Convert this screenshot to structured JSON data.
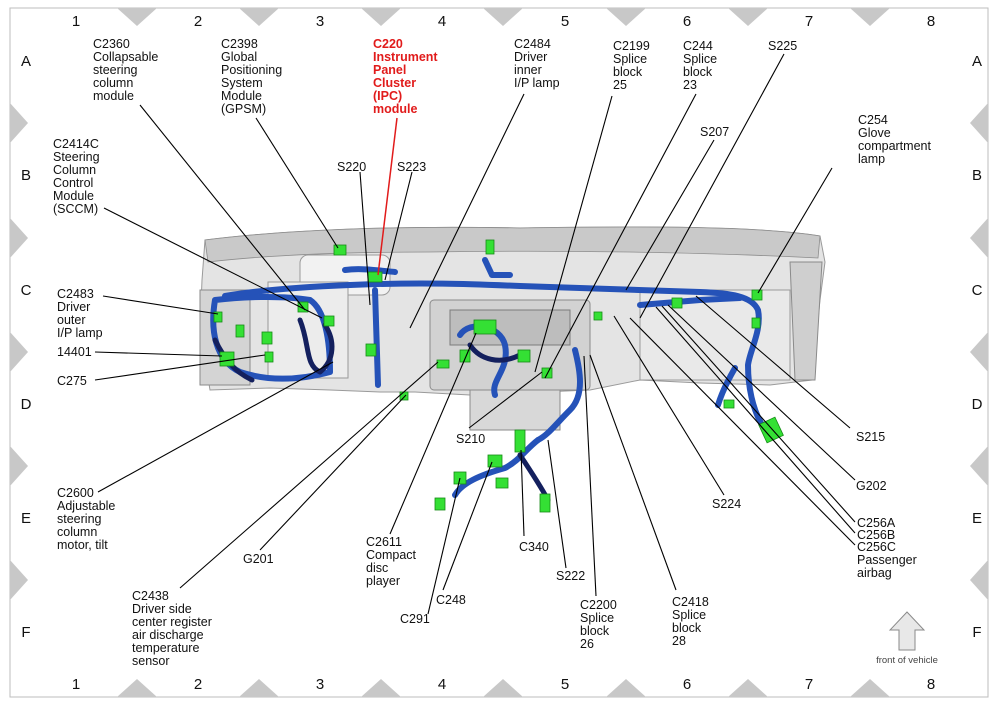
{
  "grid": {
    "columns": [
      "1",
      "2",
      "3",
      "4",
      "5",
      "6",
      "7",
      "8"
    ],
    "rows": [
      "A",
      "B",
      "C",
      "D",
      "E",
      "F"
    ]
  },
  "labels": {
    "c2360": [
      "C2360",
      "Collapsable",
      "steering",
      "column",
      "module"
    ],
    "c2398": [
      "C2398",
      "Global",
      "Positioning",
      "System",
      "Module",
      "(GPSM)"
    ],
    "c220": [
      "C220",
      "Instrument",
      "Panel",
      "Cluster",
      "(IPC)",
      "module"
    ],
    "c2484": [
      "C2484",
      "Driver",
      "inner",
      "I/P lamp"
    ],
    "c2199": [
      "C2199",
      "Splice",
      "block",
      "25"
    ],
    "c244": [
      "C244",
      "Splice",
      "block",
      "23"
    ],
    "s225": [
      "S225"
    ],
    "c254": [
      "C254",
      "Glove",
      "compartment",
      "lamp"
    ],
    "s207": [
      "S207"
    ],
    "c2414c": [
      "C2414C",
      "Steering",
      "Column",
      "Control",
      "Module",
      "(SCCM)"
    ],
    "s220": [
      "S220"
    ],
    "s223": [
      "S223"
    ],
    "c2483": [
      "C2483",
      "Driver",
      "outer",
      "I/P lamp"
    ],
    "n14401": [
      "14401"
    ],
    "c275": [
      "C275"
    ],
    "s215": [
      "S215"
    ],
    "s210": [
      "S210"
    ],
    "g202": [
      "G202"
    ],
    "s224": [
      "S224"
    ],
    "c2600": [
      "C2600",
      "Adjustable",
      "steering",
      "column",
      "motor, tilt"
    ],
    "c256": [
      "C256A",
      "C256B",
      "C256C",
      "Passenger",
      "airbag"
    ],
    "c2611": [
      "C2611",
      "Compact",
      "disc",
      "player"
    ],
    "c340": [
      "C340"
    ],
    "g201": [
      "G201"
    ],
    "s222": [
      "S222"
    ],
    "c248": [
      "C248"
    ],
    "c2438": [
      "C2438",
      "Driver side",
      "center register",
      "air discharge",
      "temperature",
      "sensor"
    ],
    "c291": [
      "C291"
    ],
    "c2200": [
      "C2200",
      "Splice",
      "block",
      "26"
    ],
    "c2418": [
      "C2418",
      "Splice",
      "block",
      "28"
    ]
  },
  "front_note": "front of vehicle",
  "colors": {
    "harness": "#2552b8",
    "harness_dark": "#14205e",
    "connector": "#34e034",
    "highlight": "#e11b1b",
    "frame_triangle": "#c8c8c8"
  }
}
